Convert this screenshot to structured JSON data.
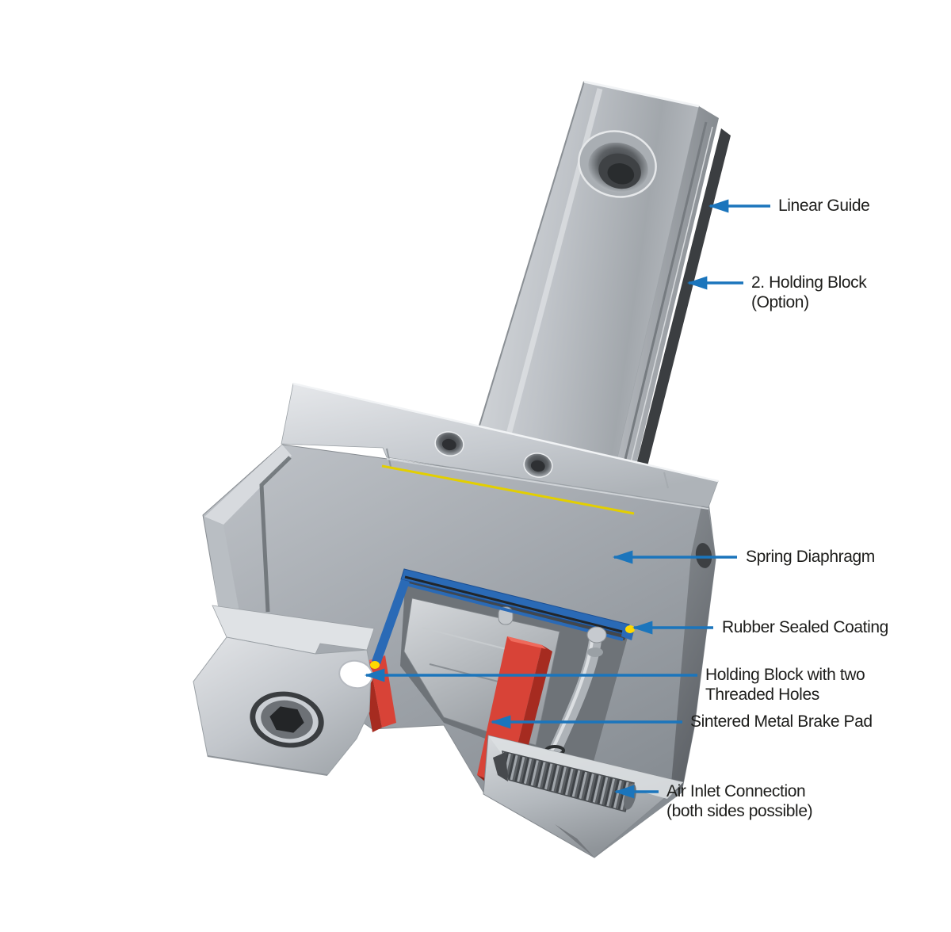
{
  "figure": {
    "kind": "technical cutaway illustration",
    "subject": "Pneumatic rail brake clamping element mounted on a linear guide, sectioned to show internal parts",
    "background": "#ffffff"
  },
  "colors": {
    "arrow_blue": "#1b75bc",
    "label_text": "#1d1d1b",
    "metal_light": "#dfe2e5",
    "metal_mid": "#a8adb2",
    "metal_dark": "#64686d",
    "holding_block_dark_strip": "#3b3e41",
    "brake_pad_red": "#d84337",
    "diaphragm_blue": "#2a6ab6",
    "seal_yellow": "#f0d800"
  },
  "labels": [
    {
      "id": "linear-guide",
      "lines": [
        "Linear Guide"
      ]
    },
    {
      "id": "second-holding-block",
      "lines": [
        "2. Holding Block",
        "(Option)"
      ]
    },
    {
      "id": "spring-diaphragm",
      "lines": [
        "Spring Diaphragm"
      ]
    },
    {
      "id": "rubber-sealed-coating",
      "lines": [
        "Rubber Sealed Coating"
      ]
    },
    {
      "id": "holding-block-threaded",
      "lines": [
        "Holding Block with two",
        "Threaded Holes"
      ]
    },
    {
      "id": "sintered-brake-pad",
      "lines": [
        "Sintered Metal Brake Pad"
      ]
    },
    {
      "id": "air-inlet",
      "lines": [
        "Air Inlet Connection",
        "(both sides possible)"
      ]
    }
  ]
}
